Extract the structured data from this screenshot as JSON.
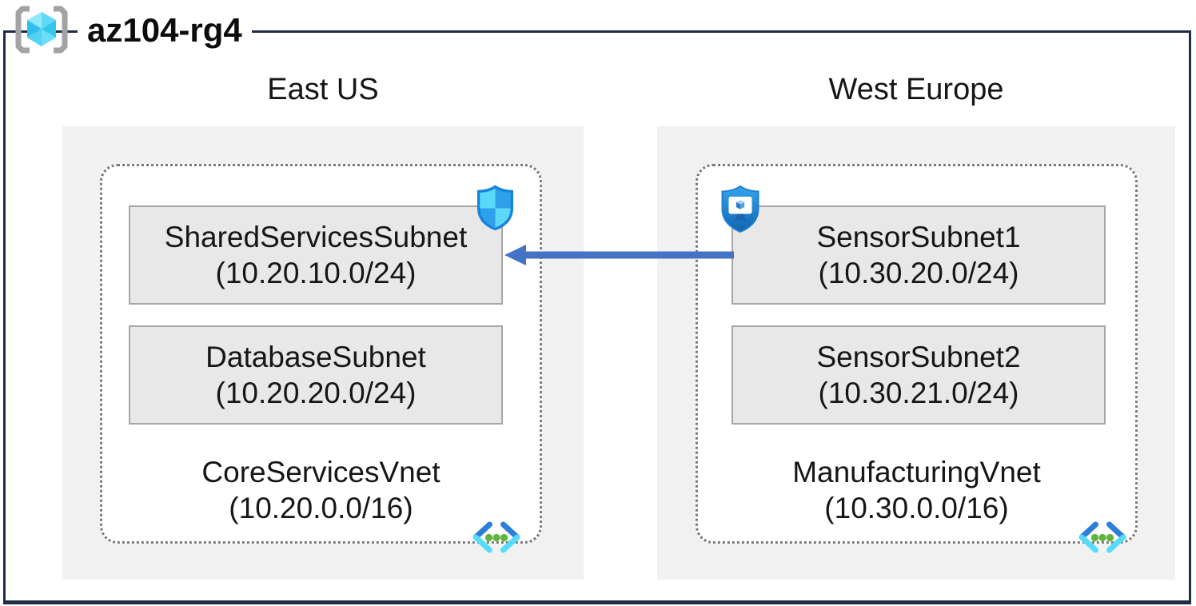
{
  "header": {
    "title": "az104-rg4",
    "icon": "resource-group-icon"
  },
  "regions": [
    {
      "name": "East US",
      "vnet": {
        "name": "CoreServicesVnet",
        "cidr": "(10.20.0.0/16)",
        "icon": "virtual-network-icon",
        "subnets": [
          {
            "name": "SharedServicesSubnet",
            "cidr": "(10.20.10.0/24)",
            "badge_icon": "network-security-group-icon"
          },
          {
            "name": "DatabaseSubnet",
            "cidr": "(10.20.20.0/24)"
          }
        ]
      }
    },
    {
      "name": "West Europe",
      "vnet": {
        "name": "ManufacturingVnet",
        "cidr": "(10.30.0.0/16)",
        "icon": "virtual-network-icon",
        "subnets": [
          {
            "name": "SensorSubnet1",
            "cidr": "(10.30.20.0/24)",
            "badge_icon": "shield-monitor-icon"
          },
          {
            "name": "SensorSubnet2",
            "cidr": "(10.30.21.0/24)"
          }
        ]
      }
    }
  ],
  "connection": {
    "type": "peering-arrow",
    "from": "SensorSubnet1",
    "to": "SharedServicesSubnet",
    "direction": "right-to-left",
    "color": "#4472C4"
  },
  "colors": {
    "frame_border": "#1F2C48",
    "region_bg": "#F1F1F2",
    "subnet_bg": "#E8E8E8",
    "subnet_border": "#A6A6A6",
    "vnet_dotted_border": "#7A7A7A",
    "arrow": "#4472C4"
  }
}
